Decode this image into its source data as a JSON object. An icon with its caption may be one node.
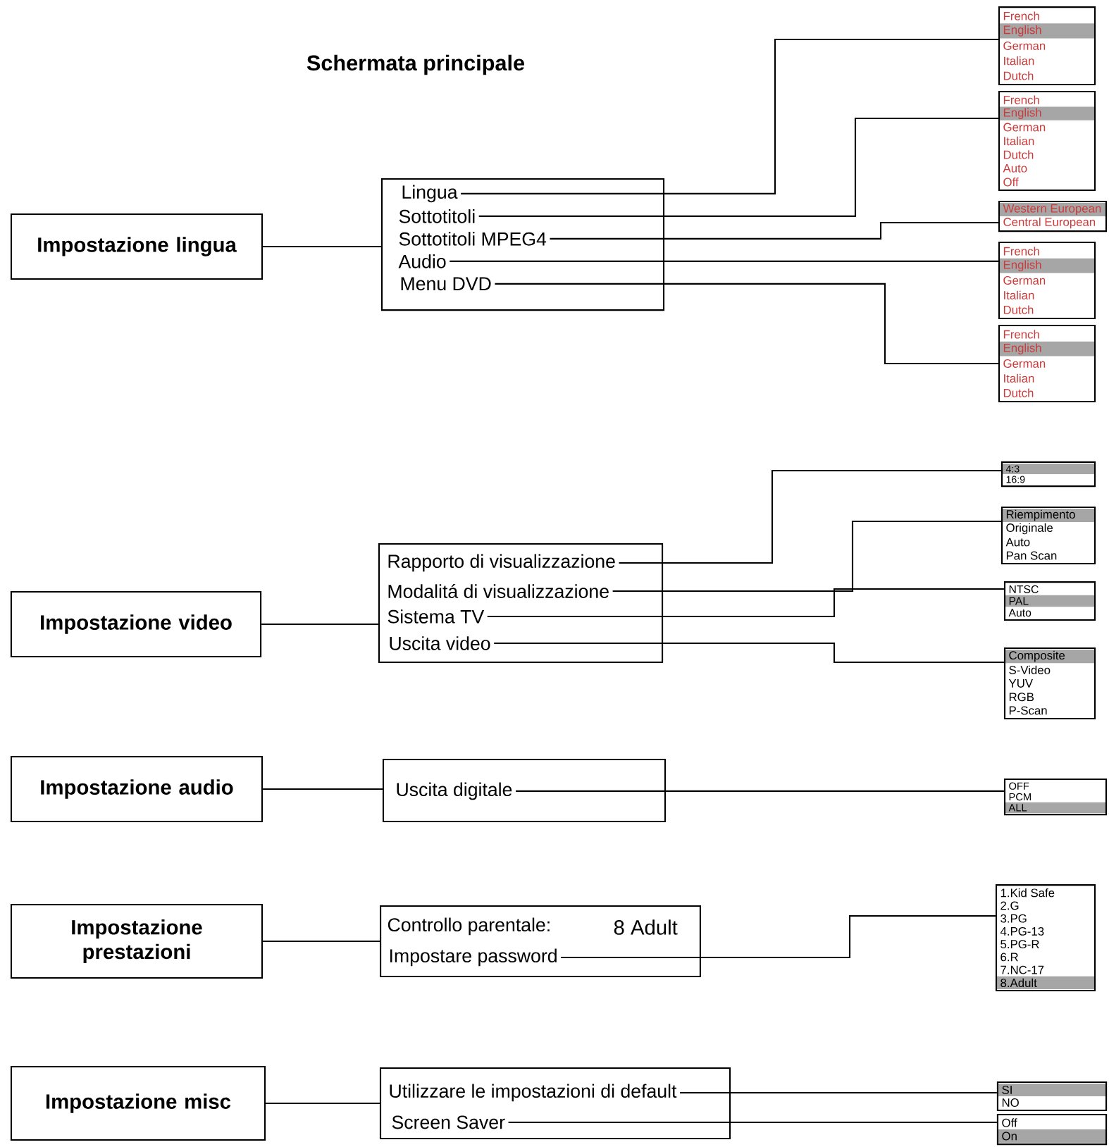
{
  "diagram": {
    "title": "Schermata principale",
    "nodes": [
      {
        "text": [
          "Impostazione lingua"
        ]
      },
      {
        "text": [],
        "shape": "box"
      },
      {
        "text": [
          "Lingua"
        ],
        "in": 1
      },
      {
        "text": [
          "Sottotitoli"
        ],
        "in": 1
      },
      {
        "text": [
          "Sottotitoli MPEG4"
        ],
        "in": 1
      },
      {
        "text": [
          "Audio"
        ],
        "in": 1
      },
      {
        "text": [
          "Menu DVD"
        ],
        "in": 1
      },
      {
        "text": [
          "French",
          "English",
          "German",
          "Italian",
          "Dutch"
        ]
      },
      {
        "text": [
          "French",
          "English",
          "German",
          "Italian",
          "Dutch",
          "Auto",
          "Off"
        ]
      },
      {
        "text": [
          "Western European",
          "Central European"
        ]
      },
      {
        "text": [
          "French",
          "English",
          "German",
          "Italian",
          "Dutch"
        ]
      },
      {
        "text": [
          "French",
          "English",
          "German",
          "Italian",
          "Dutch"
        ]
      },
      {
        "text": [
          "Impostazione video"
        ]
      },
      {
        "text": [],
        "shape": "box"
      },
      {
        "text": [
          "Rapporto di visualizzazione"
        ],
        "in": 13
      },
      {
        "text": [
          "Modalitá di visualizzazione"
        ],
        "in": 13
      },
      {
        "text": [
          "Sistema TV"
        ],
        "in": 13
      },
      {
        "text": [
          "Uscita video"
        ],
        "in": 13
      },
      {
        "text": [
          "4:3",
          "16:9"
        ]
      },
      {
        "text": [
          "Riempimento",
          "Originale",
          "Auto",
          "Pan Scan"
        ]
      },
      {
        "text": [
          "NTSC",
          "PAL",
          "Auto"
        ]
      },
      {
        "text": [
          "Composite",
          "S-Video",
          "YUV",
          "RGB",
          "P-Scan"
        ]
      },
      {
        "text": [
          "Impostazione audio"
        ]
      },
      {
        "text": [],
        "shape": "box"
      },
      {
        "text": [
          "Uscita digitale"
        ],
        "in": 23
      },
      {
        "text": [
          "OFF",
          "PCM",
          "ALL"
        ]
      },
      {
        "text": [
          "Impostazione prestazioni"
        ]
      },
      {
        "text": [],
        "shape": "box"
      },
      {
        "text": [
          "Controllo parentale:",
          "8 Adult"
        ],
        "in": 27
      },
      {
        "text": [
          "Impostare password"
        ],
        "in": 27
      },
      {
        "text": [
          "1.Kid Safe",
          "2.G",
          "3.PG",
          "4.PG-13",
          "5.PG-R",
          "6.R",
          "7.NC-17",
          "8.Adult"
        ]
      },
      {
        "text": [
          "Impostazione misc"
        ]
      },
      {
        "text": [],
        "shape": "box"
      },
      {
        "text": [
          "Utilizzare le impostazioni di default"
        ],
        "in": 32
      },
      {
        "text": [
          "Screen Saver"
        ],
        "in": 32
      },
      {
        "text": [
          "SI",
          "NO"
        ]
      },
      {
        "text": [
          "Off",
          "On"
        ]
      }
    ],
    "edges": [
      {
        "from": 0,
        "to": 1,
        "arrow": "none"
      },
      {
        "from": 2,
        "to": 7,
        "arrow": "none"
      },
      {
        "from": 3,
        "to": 8,
        "arrow": "none"
      },
      {
        "from": 4,
        "to": 9,
        "arrow": "none"
      },
      {
        "from": 5,
        "to": 10,
        "arrow": "none"
      },
      {
        "from": 6,
        "to": 11,
        "arrow": "none"
      },
      {
        "from": 12,
        "to": 13,
        "arrow": "none"
      },
      {
        "from": 14,
        "to": 18,
        "arrow": "none"
      },
      {
        "from": 15,
        "to": 19,
        "arrow": "none"
      },
      {
        "from": 16,
        "to": 20,
        "arrow": "none"
      },
      {
        "from": 17,
        "to": 21,
        "arrow": "none"
      },
      {
        "from": 22,
        "to": 23,
        "arrow": "none"
      },
      {
        "from": 24,
        "to": 25,
        "arrow": "none"
      },
      {
        "from": 26,
        "to": 27,
        "arrow": "none"
      },
      {
        "from": 29,
        "to": 30,
        "arrow": "none"
      },
      {
        "from": 31,
        "to": 32,
        "arrow": "none"
      },
      {
        "from": 33,
        "to": 35,
        "arrow": "none"
      },
      {
        "from": 34,
        "to": 36,
        "arrow": "none"
      }
    ]
  }
}
